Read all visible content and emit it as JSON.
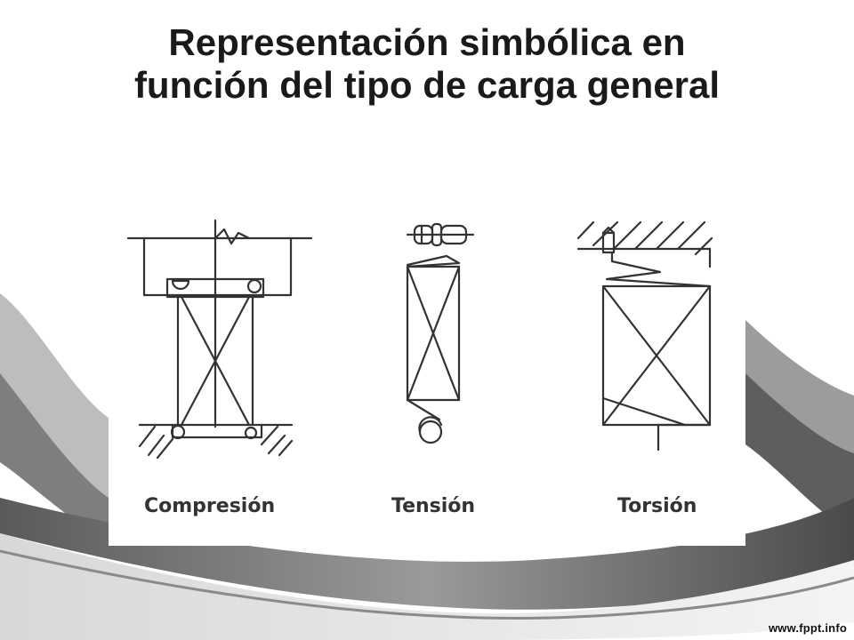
{
  "slide": {
    "title_line1": "Representación simbólica en",
    "title_line2": "función del tipo de carga general"
  },
  "diagram": {
    "labels": [
      "Compresión",
      "Tensión",
      "Torsión"
    ]
  },
  "footer": {
    "site": "www.fppt.info"
  }
}
